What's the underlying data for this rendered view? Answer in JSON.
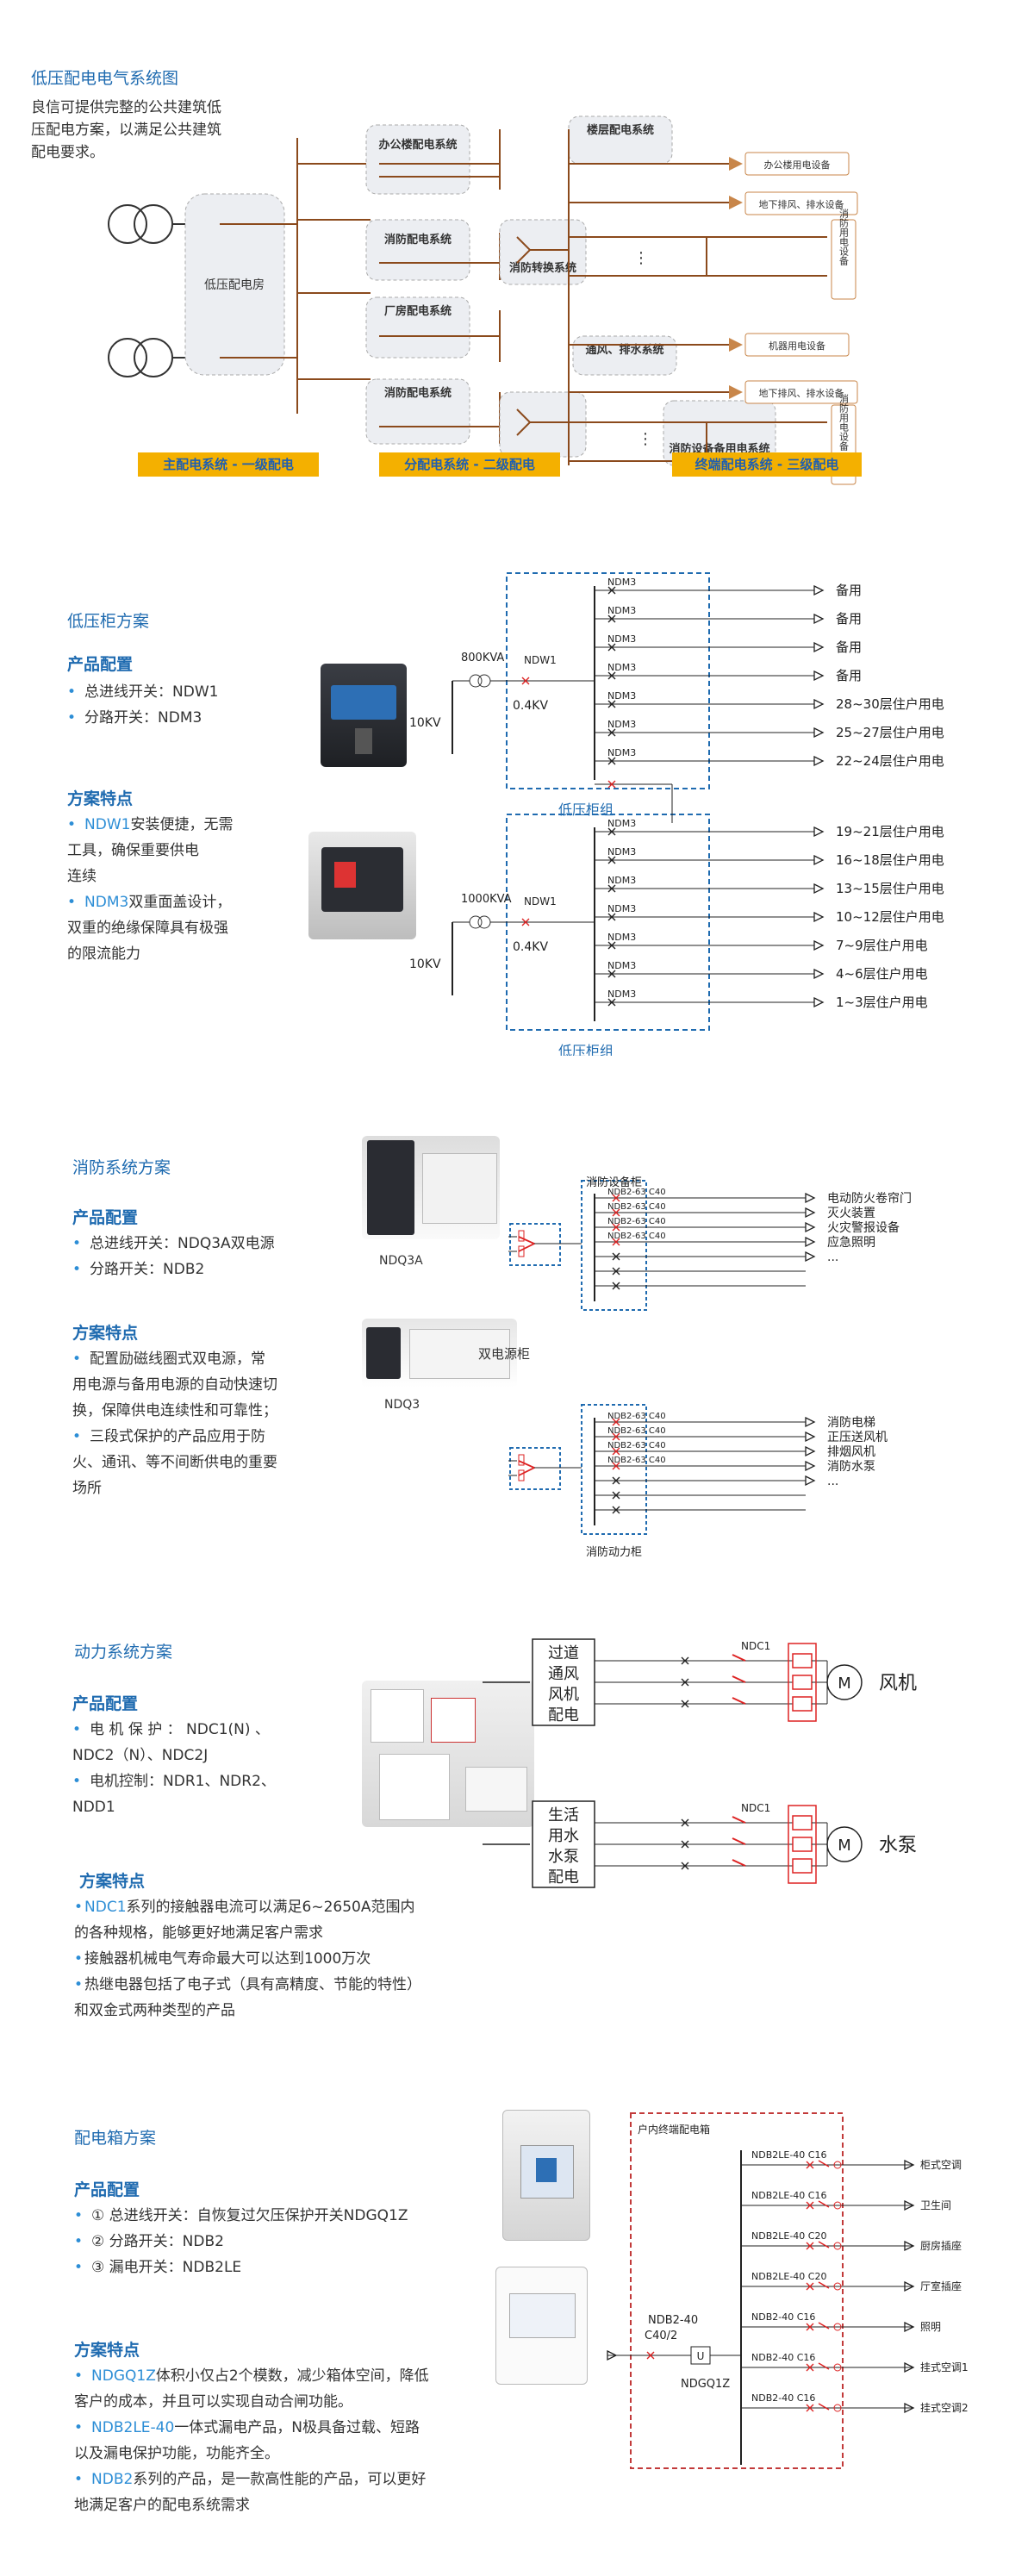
{
  "s1": {
    "title": "低压配电电气系统图",
    "desc": [
      "良信可提供完整的公共建筑低",
      "压配电方案，以满足公共建筑",
      "配电要求。"
    ],
    "main_room": "低压配电房",
    "boxes": {
      "office": "办公楼配电系统",
      "floor": "楼层配电系统",
      "fire": "消防配电系统",
      "fire_switch": "消防转换系统",
      "factory": "厂房配电系统",
      "ventilation": "通风、排水系统",
      "fire2": "消防配电系统",
      "fire_backup": "消防设备备用电系统"
    },
    "loads": {
      "office_eq": "办公楼用电设备",
      "basement": "地下排风、排水设备",
      "fire_eq": "消防用电设备",
      "machine": "机器用电设备",
      "basement2": "地下排风、排水设备",
      "fire_eq2": "消防用电设备"
    },
    "levels": [
      {
        "label": "主配电系统 - 一级配电"
      },
      {
        "label": "分配电系统 - 二级配电"
      },
      {
        "label": "终端配电系统 - 三级配电"
      }
    ]
  },
  "s2": {
    "title": "低压柜方案",
    "cfg_title": "产品配置",
    "cfg": [
      "总进线开关：NDW1",
      "分路开关：NDM3"
    ],
    "feat_title": "方案特点",
    "feat1_hl": "NDW1",
    "feat1_rest": "安装便捷，无需",
    "feat1_lines": [
      "工具，确保重要供电",
      "连续"
    ],
    "feat2_hl": "NDM3",
    "feat2_rest": "双重面盖设计，",
    "feat2_lines": [
      "双重的绝缘保障具有极强",
      "的限流能力"
    ],
    "groups": [
      {
        "kva": "800KVA",
        "kv": "10KV",
        "breaker": "NDW1",
        "out_v": "0.4KV",
        "label": "低压柜组",
        "branches": [
          {
            "sw": "NDM3",
            "load": "备用"
          },
          {
            "sw": "NDM3",
            "load": "备用"
          },
          {
            "sw": "NDM3",
            "load": "备用"
          },
          {
            "sw": "NDM3",
            "load": "备用"
          },
          {
            "sw": "NDM3",
            "load": "28~30层住户用电"
          },
          {
            "sw": "NDM3",
            "load": "25~27层住户用电"
          },
          {
            "sw": "NDM3",
            "load": "22~24层住户用电"
          }
        ]
      },
      {
        "kva": "1000KVA",
        "kv": "10KV",
        "breaker": "NDW1",
        "out_v": "0.4KV",
        "label": "低压柜组",
        "branches": [
          {
            "sw": "NDM3",
            "load": "19~21层住户用电"
          },
          {
            "sw": "NDM3",
            "load": "16~18层住户用电"
          },
          {
            "sw": "NDM3",
            "load": "13~15层住户用电"
          },
          {
            "sw": "NDM3",
            "load": "10~12层住户用电"
          },
          {
            "sw": "NDM3",
            "load": "7~9层住户用电"
          },
          {
            "sw": "NDM3",
            "load": "4~6层住户用电"
          },
          {
            "sw": "NDM3",
            "load": "1~3层住户用电"
          }
        ]
      }
    ]
  },
  "s3": {
    "title": "消防系统方案",
    "cfg_title": "产品配置",
    "cfg": [
      "总进线开关：NDQ3A双电源",
      "分路开关：NDB2"
    ],
    "feat_title": "方案特点",
    "feat_lines": [
      "配置励磁线圈式双电源，常",
      "用电源与备用电源的自动快速切",
      "换，保障供电连续性和可靠性；",
      "三段式保护的产品应用于防",
      "火、通讯、等不间断供电的重要",
      "场所"
    ],
    "prod1": "NDQ3A",
    "prod2": "NDQ3",
    "dual_cabinet": "双电源柜",
    "cab1": "消防设备柜",
    "cab2": "消防动力柜",
    "sw": "NDB2-63 C40",
    "loads1": [
      "电动防火卷帘门",
      "灭火装置",
      "火灾警报设备",
      "应急照明",
      "..."
    ],
    "loads2": [
      "消防电梯",
      "正压送风机",
      "排烟风机",
      "消防水泵",
      "..."
    ]
  },
  "s4": {
    "title": "动力系统方案",
    "cfg_title": "产品配置",
    "cfg_l1": "电 机 保 护 ： NDC1(N) 、",
    "cfg_l2": "NDC2（N）、NDC2J",
    "cfg_l3": "电机控制：NDR1、NDR2、",
    "cfg_l4": "NDD1",
    "feat_title": "方案特点",
    "f1_hl": "NDC1",
    "f1_rest": "系列的接触器电流可以满足6~2650A范围内",
    "f1_l2": "的各种规格，能够更好地满足客户需求",
    "f2": "接触器机械电气寿命最大可以达到1000万次",
    "f3": "热继电器包括了电子式（具有高精度、节能的特性）",
    "f3_l2": "和双金式两种类型的产品",
    "box1": [
      "过道",
      "通风",
      "风机",
      "配电"
    ],
    "box2": [
      "生活",
      "用水",
      "水泵",
      "配电"
    ],
    "sw": "NDC1",
    "motor": "M",
    "load1": "风机",
    "load2": "水泵"
  },
  "s5": {
    "title": "配电箱方案",
    "cfg_title": "产品配置",
    "cfg": [
      "① 总进线开关：自恢复过欠压保护开关NDGQ1Z",
      "② 分路开关：NDB2",
      "③ 漏电开关：NDB2LE"
    ],
    "feat_title": "方案特点",
    "f1_hl": "NDGQ1Z",
    "f1_rest": "体积小仅占2个模数，减少箱体空间，降低",
    "f1_l2": "客户的成本，并且可以实现自动合闸功能。",
    "f2_hl": "NDB2LE-40",
    "f2_rest": "一体式漏电产品，N极具备过载、短路",
    "f2_l2": "以及漏电保护功能，功能齐全。",
    "f3_hl": "NDB2",
    "f3_rest": "系列的产品，是一款高性能的产品，可以更好",
    "f3_l2": "地满足客户的配电系统需求",
    "box_title": "户内终端配电箱",
    "main_sw": "NDB2-40",
    "main_sw2": "C40/2",
    "u_label": "U",
    "gq": "NDGQ1Z",
    "branches": [
      {
        "sw": "NDB2LE-40 C16",
        "load": "柜式空调"
      },
      {
        "sw": "NDB2LE-40 C16",
        "load": "卫生间"
      },
      {
        "sw": "NDB2LE-40 C20",
        "load": "厨房插座"
      },
      {
        "sw": "NDB2LE-40 C20",
        "load": "厅室插座"
      },
      {
        "sw": "NDB2-40 C16",
        "load": "照明"
      },
      {
        "sw": "NDB2-40 C16",
        "load": "挂式空调1"
      },
      {
        "sw": "NDB2-40 C16",
        "load": "挂式空调2"
      }
    ]
  }
}
